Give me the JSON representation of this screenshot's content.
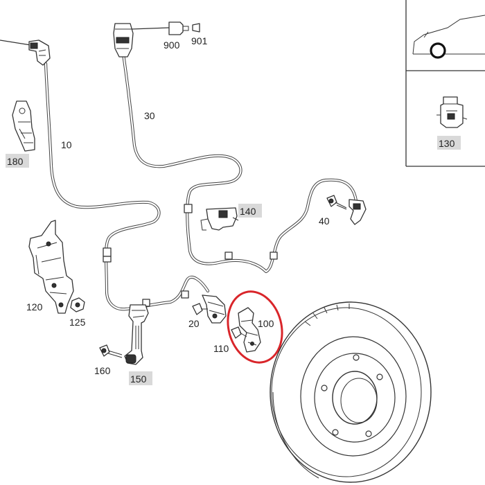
{
  "labels": {
    "p900": "900",
    "p901": "901",
    "p30": "30",
    "p10": "10",
    "p180": "180",
    "p140": "140",
    "p40": "40",
    "p120": "120",
    "p125": "125",
    "p20": "20",
    "p100": "100",
    "p110": "110",
    "p160": "160",
    "p150": "150",
    "p130": "130"
  },
  "colors": {
    "highlight_circle": "#d9252a",
    "label_highlight_bg": "#d9d9d9",
    "line": "#444444"
  }
}
